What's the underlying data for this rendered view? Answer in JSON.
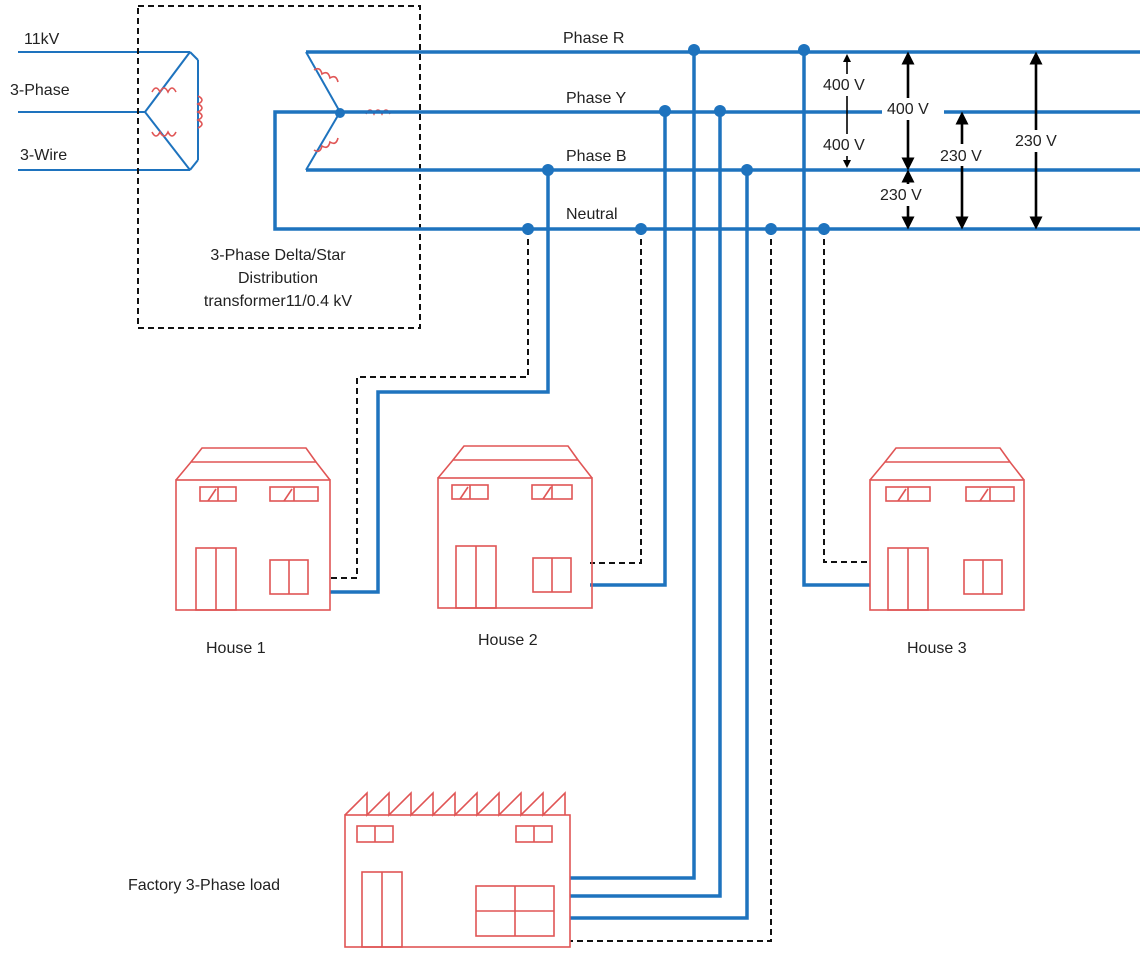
{
  "colors": {
    "wire": "#1e73be",
    "building": "#e05555",
    "dashed_neutral": "#111111",
    "arrow": "#000000"
  },
  "supply": {
    "line1": "11kV",
    "line2": "3-Phase",
    "line3": "3-Wire"
  },
  "transformer": {
    "line1": "3-Phase Delta/Star",
    "line2": "Distribution",
    "line3": "transformer11/0.4 kV"
  },
  "buses": {
    "phase_r": "Phase R",
    "phase_y": "Phase Y",
    "phase_b": "Phase B",
    "neutral": "Neutral"
  },
  "voltages": {
    "ry": "400 V",
    "rb_across": "400 V",
    "yb": "400 V",
    "bn": "230 V",
    "yn": "230 V",
    "rn": "230 V"
  },
  "loads": {
    "house1": "House 1",
    "house2": "House 2",
    "house3": "House 3",
    "factory": "Factory 3-Phase load"
  }
}
